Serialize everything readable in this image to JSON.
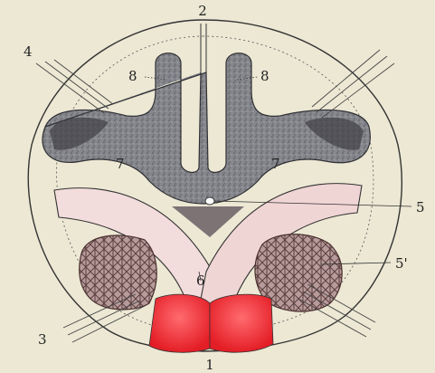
{
  "labels": {
    "top": "2",
    "bottom": "1",
    "left_upper": "4",
    "left_lower": "3",
    "horn_left": "8",
    "horn_right": "8",
    "center_canal": "5",
    "right_lateral": "5'",
    "decussation": "6",
    "wing_left": "7",
    "wing_right": "7"
  },
  "colors": {
    "background": "#ece8d4",
    "outline": "#333333",
    "gray_matter": "#7d7f86",
    "gray_dark": "#3a3b40",
    "pink_band": "#f2dada",
    "reticular": "#8c6b6b",
    "red_pyramid": "#ee2f35"
  }
}
